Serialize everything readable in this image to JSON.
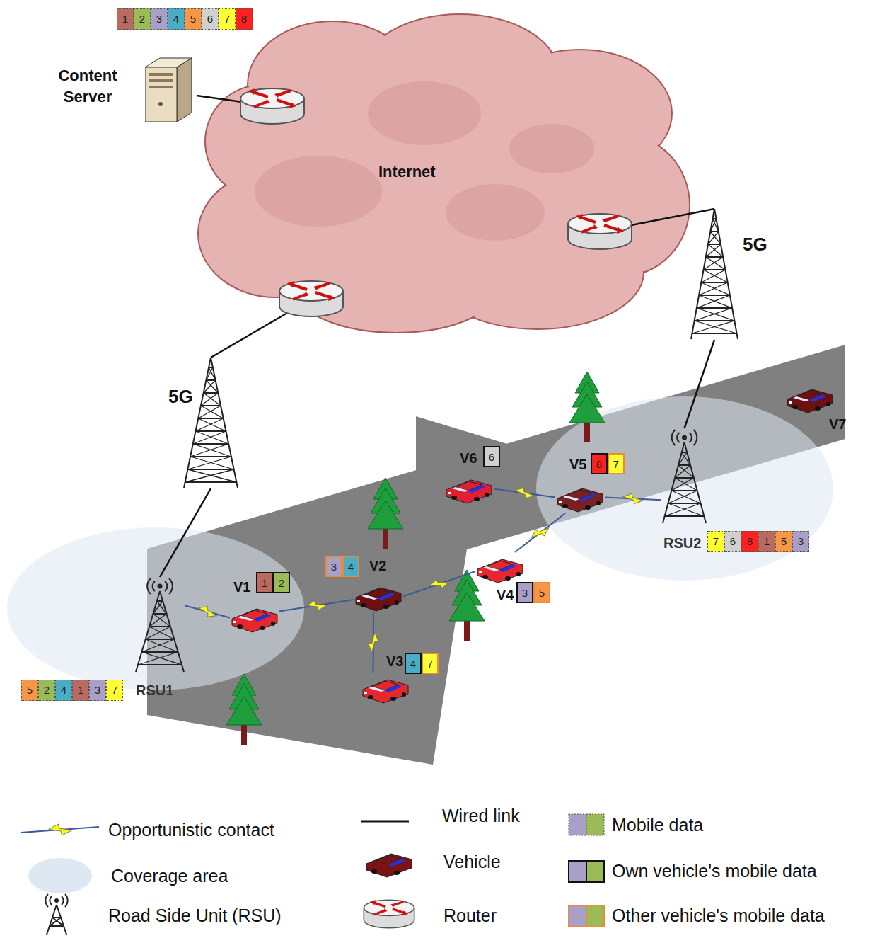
{
  "diagram": {
    "nodes": [
      {
        "text": [
          "1",
          "2",
          "3",
          "4",
          "5",
          "6",
          "7",
          "8"
        ]
      },
      {
        "text": [
          "Content Server"
        ]
      },
      {
        "text": [
          "Internet"
        ]
      },
      {
        "text": [
          "5G"
        ]
      },
      {
        "text": [
          "5G"
        ]
      },
      {
        "text": [
          "V6"
        ]
      },
      {
        "text": [
          "6"
        ]
      },
      {
        "text": [
          "V5"
        ]
      },
      {
        "text": [
          "8",
          "7"
        ]
      },
      {
        "text": [
          "V7"
        ]
      },
      {
        "text": [
          "RSU2"
        ]
      },
      {
        "text": [
          "7",
          "6",
          "8",
          "1",
          "5",
          "3"
        ]
      },
      {
        "text": [
          "V2"
        ]
      },
      {
        "text": [
          "3",
          "4"
        ]
      },
      {
        "text": [
          "V1"
        ]
      },
      {
        "text": [
          "1",
          "2"
        ]
      },
      {
        "text": [
          "V4"
        ]
      },
      {
        "text": [
          "3",
          "5"
        ]
      },
      {
        "text": [
          "V3"
        ]
      },
      {
        "text": [
          "4",
          "7"
        ]
      },
      {
        "text": [
          "RSU1"
        ]
      },
      {
        "text": [
          "5",
          "2",
          "4",
          "1",
          "3",
          "7"
        ]
      }
    ],
    "edges": [
      {
        "from": 1,
        "to": 2,
        "arrow": "none"
      },
      {
        "from": 2,
        "to": 3,
        "arrow": "none"
      },
      {
        "from": 2,
        "to": 4,
        "arrow": "none"
      },
      {
        "from": 3,
        "to": 10,
        "arrow": "none"
      },
      {
        "from": 4,
        "to": 20,
        "arrow": "none"
      },
      {
        "from": 5,
        "to": 7,
        "arrow": "none"
      },
      {
        "from": 7,
        "to": 10,
        "arrow": "none"
      },
      {
        "from": 12,
        "to": 16,
        "arrow": "none"
      },
      {
        "from": 14,
        "to": 12,
        "arrow": "none"
      },
      {
        "from": 12,
        "to": 18,
        "arrow": "none"
      },
      {
        "from": 16,
        "to": 7,
        "arrow": "none"
      },
      {
        "from": 20,
        "to": 14,
        "arrow": "none"
      }
    ],
    "legend": [
      {
        "text": "Opportunistic contact"
      },
      {
        "text": "Coverage area",
        "color": "#dde8f2"
      },
      {
        "text": "Road Side Unit (RSU)"
      },
      {
        "text": "Wired link"
      },
      {
        "text": "Vehicle"
      },
      {
        "text": "Router"
      },
      {
        "text": "Mobile data"
      },
      {
        "text": "Own vehicle's mobile data"
      },
      {
        "text": "Other vehicle's mobile data"
      }
    ]
  }
}
